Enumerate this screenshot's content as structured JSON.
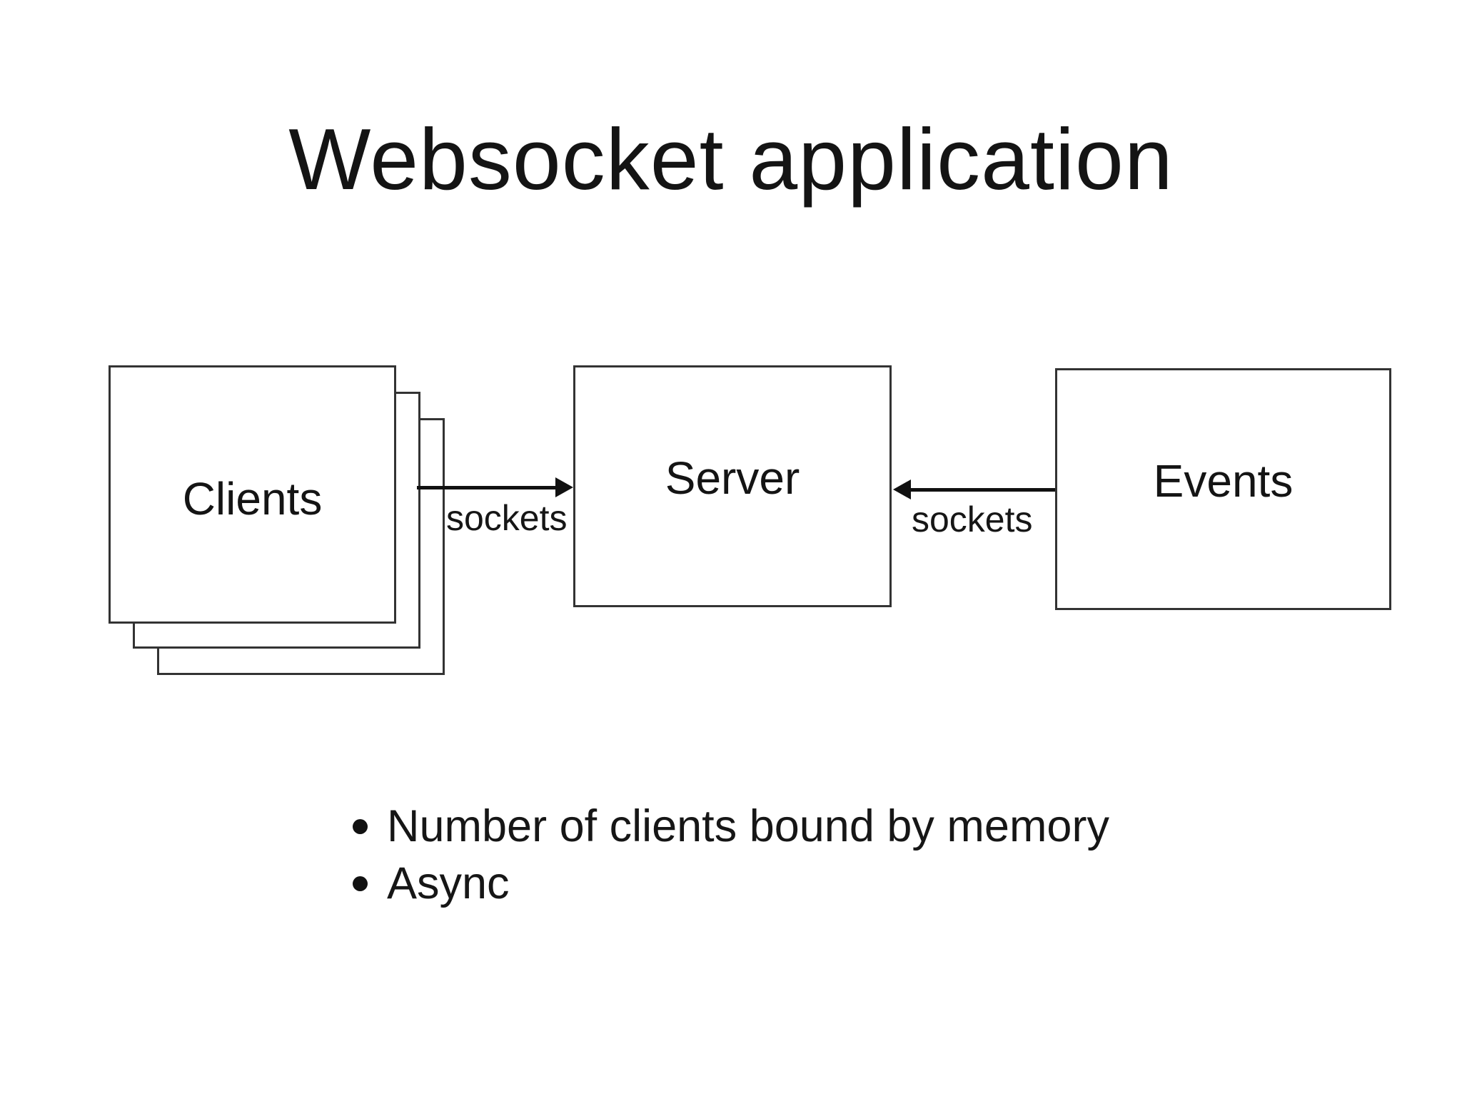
{
  "slide": {
    "title": "Websocket application",
    "diagram": {
      "clients_label": "Clients",
      "server_label": "Server",
      "events_label": "Events",
      "clients_server_arrow_label": "sockets",
      "events_server_arrow_label": "sockets"
    },
    "bullets": [
      "Number of clients bound by memory",
      "Async"
    ],
    "colors": {
      "ink": "#161616",
      "box_border": "#333333",
      "background": "#ffffff"
    }
  }
}
